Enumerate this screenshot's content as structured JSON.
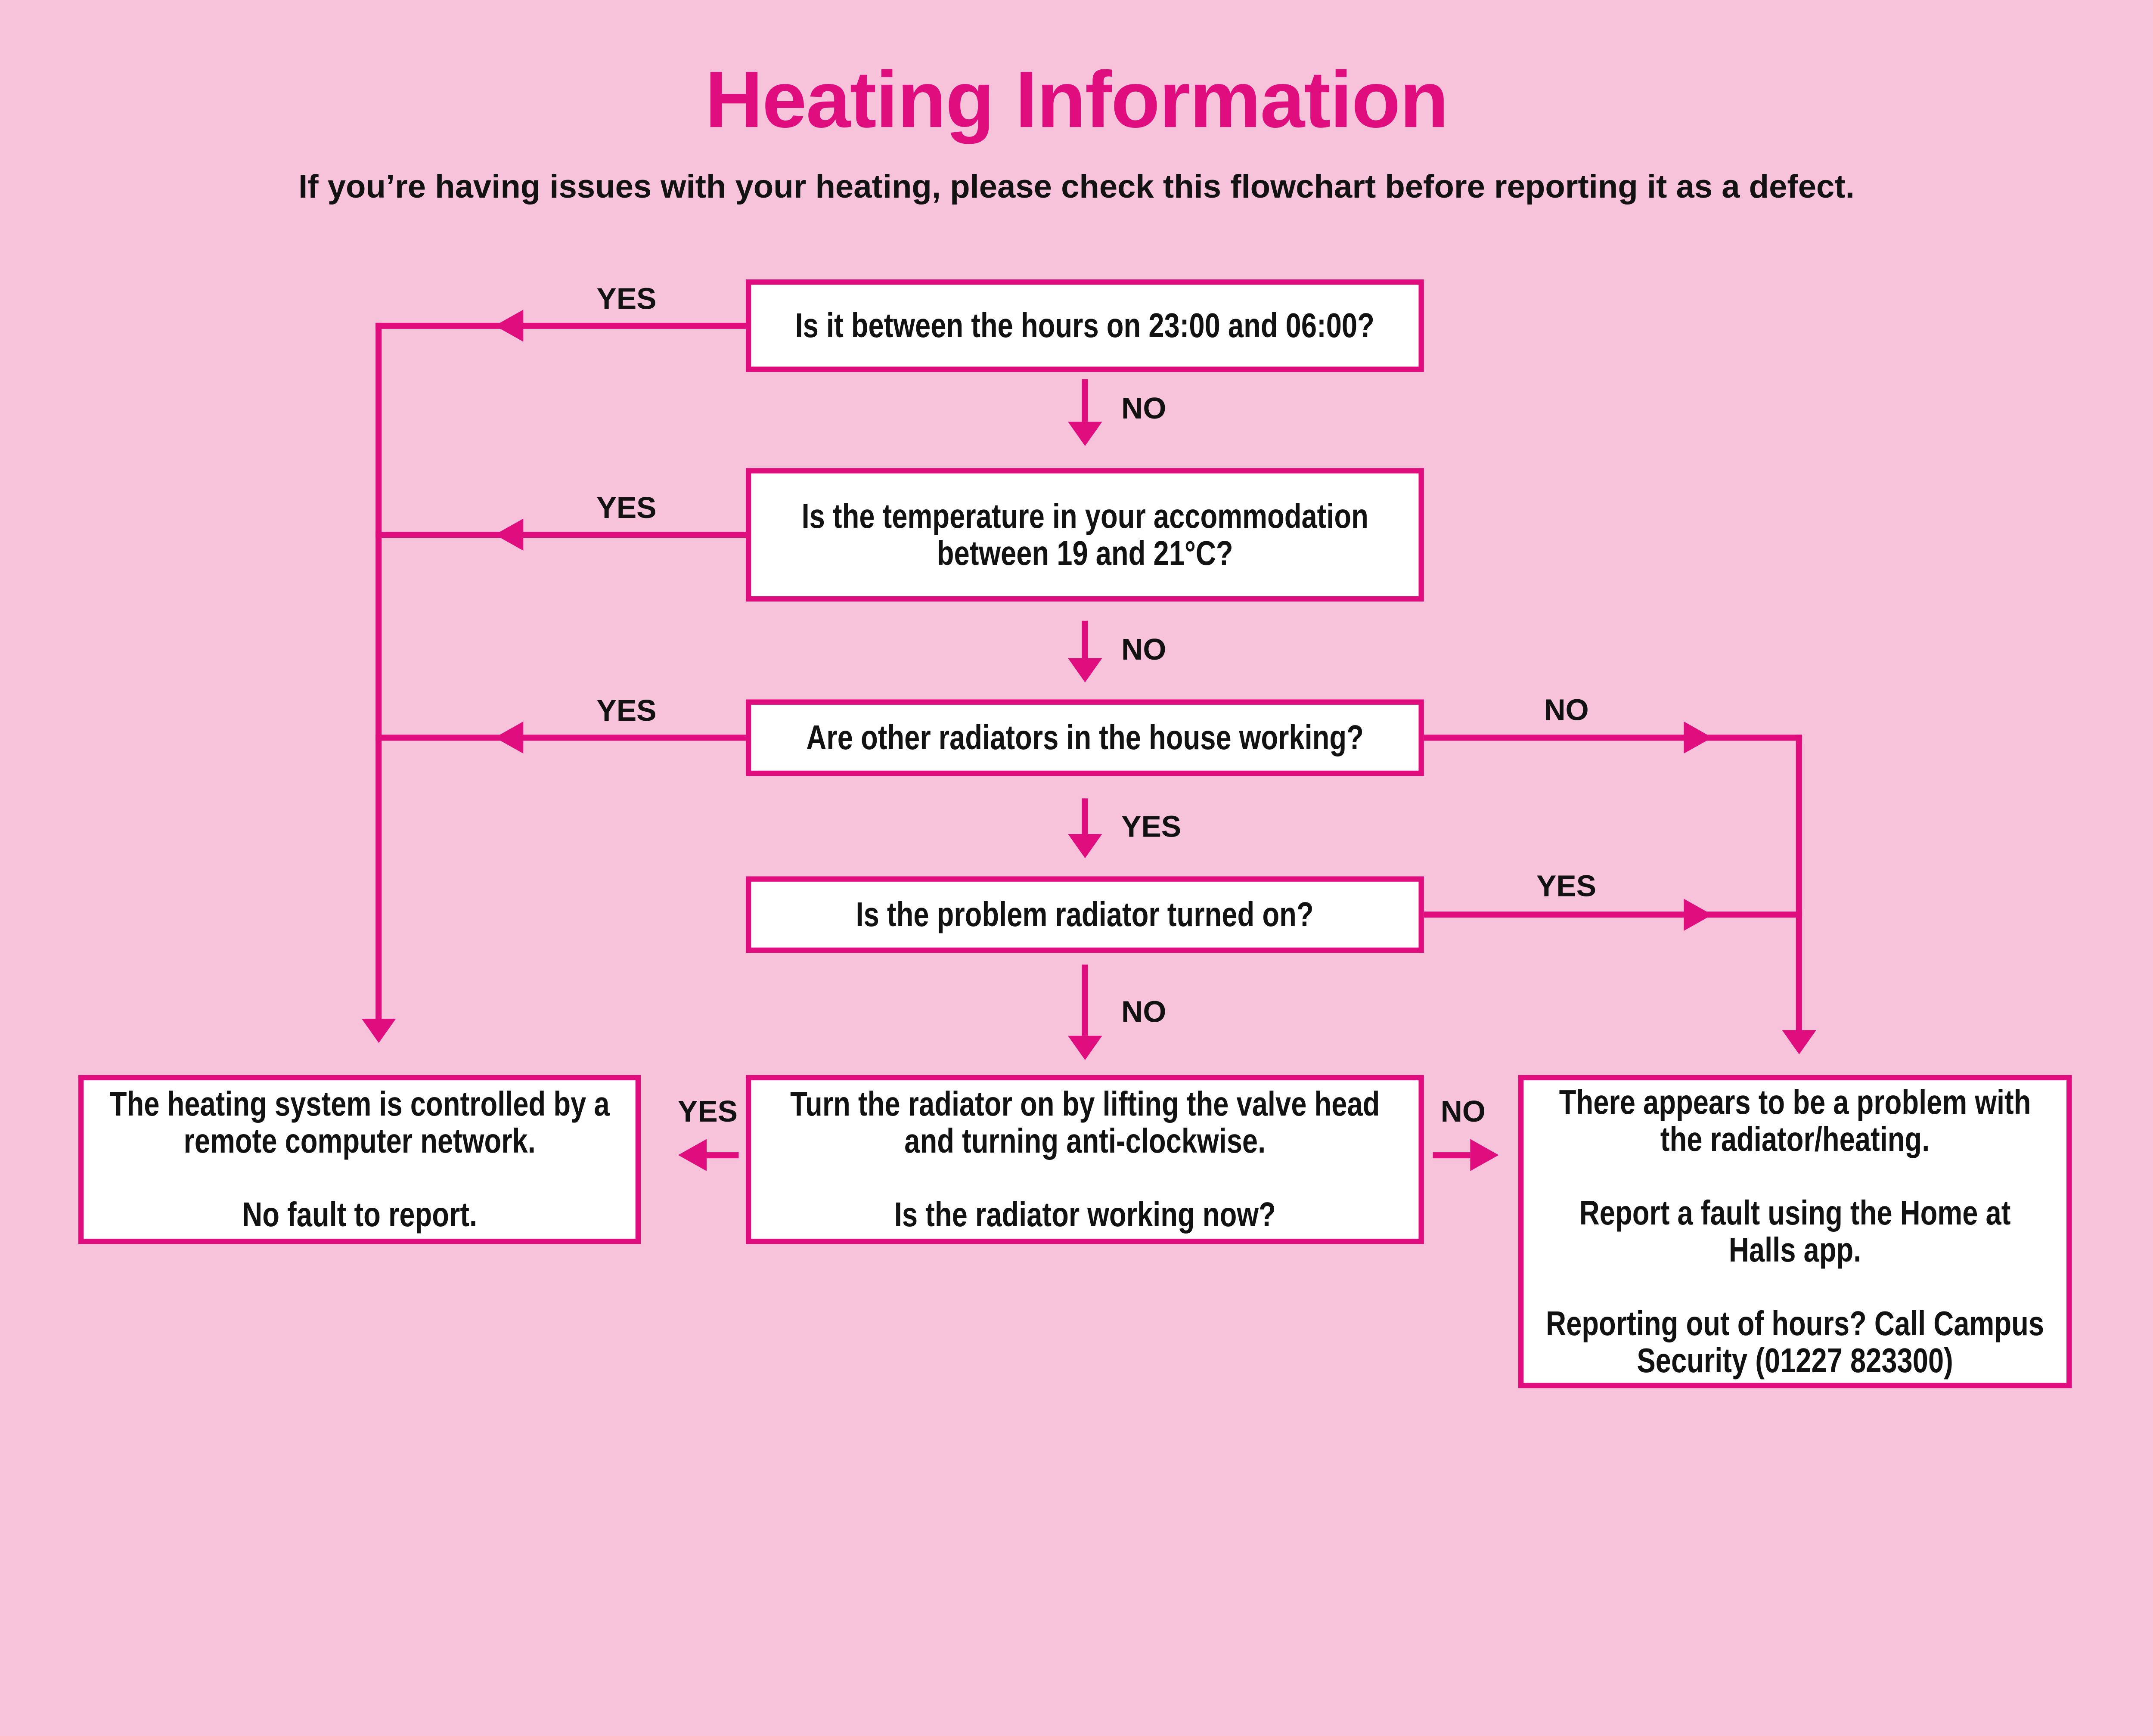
{
  "header": {
    "title": "Heating Information",
    "subtitle": "If you’re having issues with your heating, please check this flowchart before reporting it as a defect."
  },
  "colors": {
    "background": "#f6c3db",
    "accent": "#e00d7f",
    "box_background": "#ffffff",
    "text": "#121212"
  },
  "boxes": {
    "q1": {
      "text": "Is it between the hours on 23:00 and 06:00?"
    },
    "q2": {
      "text": "Is the temperature in your accommodation\nbetween 19 and 21°C?"
    },
    "q3": {
      "text": "Are other radiators in the house working?"
    },
    "q4": {
      "text": "Is the problem radiator turned on?"
    },
    "outcome_no_fault": {
      "text": "The heating system is controlled by a\nremote computer network.\n\nNo fault to report."
    },
    "outcome_try_fix": {
      "text": "Turn the radiator on by lifting the valve head\nand turning anti-clockwise.\n\nIs the radiator working now?"
    },
    "outcome_report": {
      "text": "There appears to be a problem with\nthe radiator/heating.\n\nReport a fault using the Home at\nHalls app.\n\nReporting out of hours? Call Campus\nSecurity (01227 823300)"
    }
  },
  "edges": {
    "q1_yes": "YES",
    "q1_no": "NO",
    "q2_yes": "YES",
    "q2_no": "NO",
    "q3_yes_left": "YES",
    "q3_no": "NO",
    "q3_yes_down": "YES",
    "q4_yes": "YES",
    "q4_no": "NO",
    "fix_yes": "YES",
    "fix_no": "NO"
  }
}
